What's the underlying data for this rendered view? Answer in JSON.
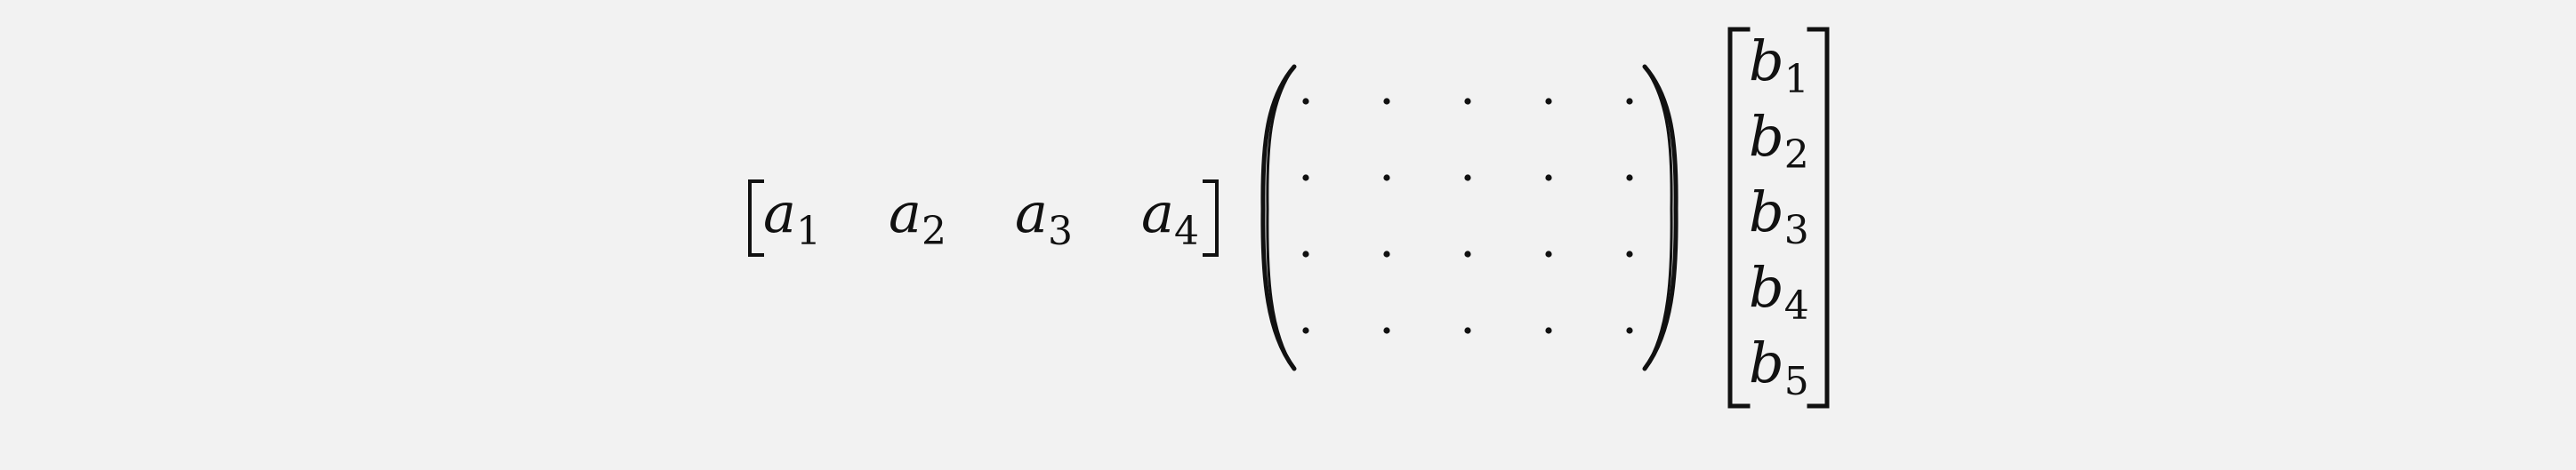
{
  "row_vector": {
    "entries": [
      {
        "symbol": "a",
        "index": "1"
      },
      {
        "symbol": "a",
        "index": "2"
      },
      {
        "symbol": "a",
        "index": "3"
      },
      {
        "symbol": "a",
        "index": "4"
      }
    ]
  },
  "matrix": {
    "rows": 4,
    "columns": 5,
    "entry": "·"
  },
  "column_vector": {
    "entries": [
      {
        "symbol": "b",
        "index": "1"
      },
      {
        "symbol": "b",
        "index": "2"
      },
      {
        "symbol": "b",
        "index": "3"
      },
      {
        "symbol": "b",
        "index": "4"
      },
      {
        "symbol": "b",
        "index": "5"
      }
    ]
  }
}
